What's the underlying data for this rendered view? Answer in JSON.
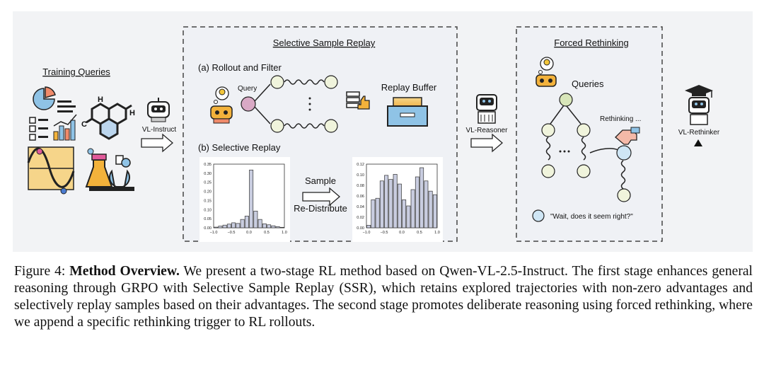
{
  "diagram": {
    "training_queries": "Training Queries",
    "vl_instruct": "VL-Instruct",
    "selective_sample_replay": "Selective Sample Replay",
    "rollout_and_filter": "(a) Rollout and Filter",
    "query": "Query",
    "replay_buffer": "Replay Buffer",
    "selective_replay": "(b) Selective Replay",
    "sample": "Sample",
    "re_distribute": "Re-Distribute",
    "vl_reasoner": "VL-Reasoner",
    "forced_rethinking": "Forced Rethinking",
    "queries": "Queries",
    "rethinking": "Rethinking ...",
    "vl_rethinker": "VL-Rethinker",
    "wait_quote": "\"Wait, does it seem right?\"",
    "molecule_h1": "H",
    "molecule_h2": "H",
    "molecule_c": "C"
  },
  "histogram_left": {
    "y_ticks": [
      "0.35",
      "0.30",
      "0.25",
      "0.20",
      "0.15",
      "0.10",
      "0.05",
      "0.00"
    ],
    "x_ticks": [
      "−1.0",
      "−0.5",
      "0.0",
      "0.5",
      "1.0"
    ],
    "values": [
      0.004,
      0.01,
      0.016,
      0.022,
      0.03,
      0.026,
      0.05,
      0.07,
      0.345,
      0.1,
      0.05,
      0.024,
      0.018,
      0.012,
      0.007,
      0.003
    ],
    "ylim": [
      0,
      0.38
    ]
  },
  "histogram_right": {
    "y_ticks": [
      "0.12",
      "0.10",
      "0.08",
      "0.06",
      "0.04",
      "0.02",
      "0.00"
    ],
    "x_ticks": [
      "−1.0",
      "−0.5",
      "0.0",
      "0.5",
      "1.0"
    ],
    "values": [
      0.005,
      0.055,
      0.058,
      0.092,
      0.103,
      0.095,
      0.105,
      0.086,
      0.055,
      0.043,
      0.075,
      0.1,
      0.118,
      0.092,
      0.072,
      0.065
    ],
    "ylim": [
      0,
      0.125
    ]
  },
  "caption": {
    "label": "Figure 4: ",
    "bold": "Method Overview.",
    "text": " We present a two-stage RL method based on Qwen-VL-2.5-Instruct. The first stage enhances general reasoning through GRPO with Selective Sample Replay (SSR), which retains explored trajectories with non-zero advantages and selectively replay samples based on their advantages. The second stage promotes deliberate reasoning using forced rethinking, where we append a specific rethinking trigger to RL rollouts."
  }
}
